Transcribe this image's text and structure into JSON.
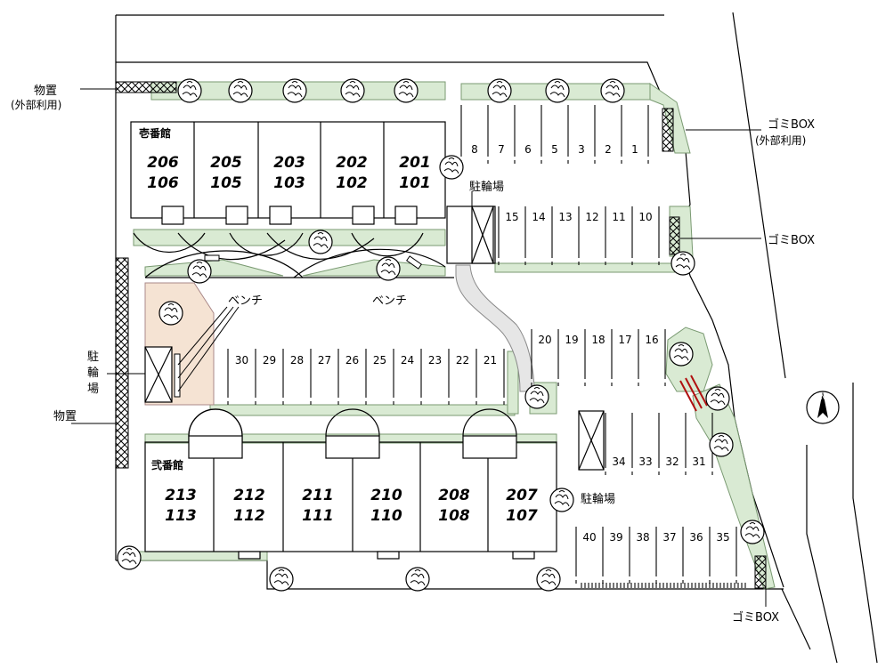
{
  "labels": {
    "storage_top": "物置",
    "storage_top_sub": "(外部利用)",
    "storage_left": "物置",
    "bicycle_left": "駐\n輪\n場",
    "bicycle_top": "駐輪場",
    "bicycle_right": "駐輪場",
    "bench_1": "ベンチ",
    "bench_2": "ベンチ",
    "garbage_top": "ゴミBOX",
    "garbage_top_sub": "(外部利用)",
    "garbage_mid": "ゴミBOX",
    "garbage_bottom": "ゴミBOX"
  },
  "buildings": [
    {
      "name": "壱番館",
      "units": [
        {
          "upper": "206",
          "lower": "106"
        },
        {
          "upper": "205",
          "lower": "105"
        },
        {
          "upper": "203",
          "lower": "103"
        },
        {
          "upper": "202",
          "lower": "102"
        },
        {
          "upper": "201",
          "lower": "101"
        }
      ]
    },
    {
      "name": "弐番館",
      "units": [
        {
          "upper": "213",
          "lower": "113"
        },
        {
          "upper": "212",
          "lower": "112"
        },
        {
          "upper": "211",
          "lower": "111"
        },
        {
          "upper": "210",
          "lower": "110"
        },
        {
          "upper": "208",
          "lower": "108"
        },
        {
          "upper": "207",
          "lower": "107"
        }
      ]
    }
  ],
  "parking_rows": [
    {
      "id": "row-top",
      "spaces": [
        "8",
        "7",
        "6",
        "5",
        "3",
        "2",
        "1"
      ]
    },
    {
      "id": "row-second",
      "spaces": [
        "15",
        "14",
        "13",
        "12",
        "11",
        "10"
      ]
    },
    {
      "id": "row-middle",
      "spaces": [
        "30",
        "29",
        "28",
        "27",
        "26",
        "25",
        "24",
        "23",
        "22",
        "21"
      ]
    },
    {
      "id": "row-right-upper",
      "spaces": [
        "20",
        "19",
        "18",
        "17",
        "16"
      ]
    },
    {
      "id": "row-right-lower",
      "spaces": [
        "34",
        "33",
        "32",
        "31"
      ]
    },
    {
      "id": "row-bottom",
      "spaces": [
        "40",
        "39",
        "38",
        "37",
        "36",
        "35"
      ]
    }
  ],
  "compass_label": "N",
  "colors": {
    "green": "#d9ead3",
    "green_stroke": "#7a9a72",
    "tan": "#f5e3d3",
    "road": "#e6e6e6",
    "brick": "#b01010"
  }
}
